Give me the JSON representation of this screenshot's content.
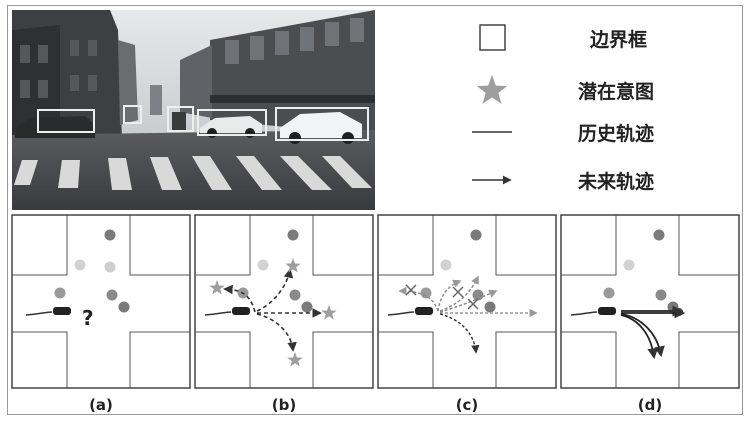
{
  "legend": {
    "bbox_label": "边界框",
    "intent_label": "潜在意图",
    "history_label": "历史轨迹",
    "future_label": "未来轨迹"
  },
  "panels": {
    "a": {
      "caption": "(a)",
      "unknown_mark": "?"
    },
    "b": {
      "caption": "(b)"
    },
    "c": {
      "caption": "(c)"
    },
    "d": {
      "caption": "(d)"
    }
  },
  "colors": {
    "line": "#333333",
    "star": "#9e9e9e",
    "ped_dark": "#7a7a7a",
    "ped_mid": "#9a9a9a",
    "ped_light": "#cfcfcf",
    "photo_sky": "#cfd3d6",
    "photo_road": "#4a4c50"
  }
}
